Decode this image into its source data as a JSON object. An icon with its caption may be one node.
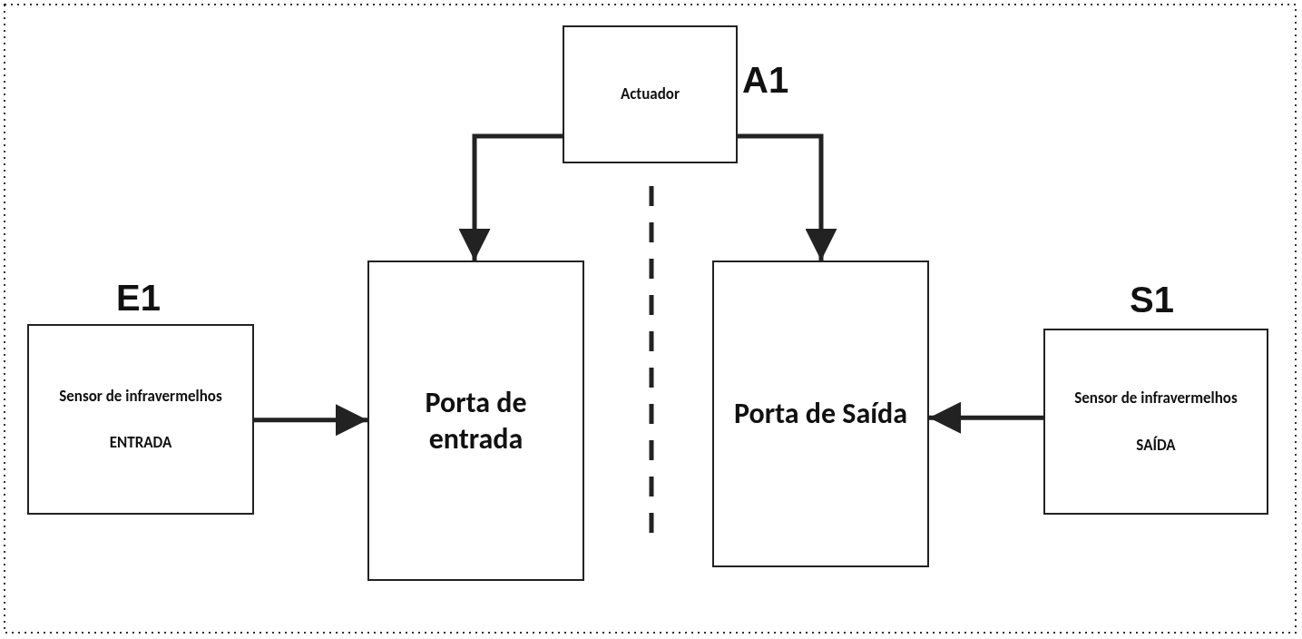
{
  "diagram": {
    "nodes": [
      {
        "text": [
          "Actuador"
        ],
        "beside": [
          "A1"
        ]
      },
      {
        "text": [
          "Sensor de infravermelhos",
          "ENTRADA"
        ],
        "beside": [
          "E1"
        ]
      },
      {
        "text": [
          "Porta de entrada"
        ]
      },
      {
        "text": [
          "Porta de Saída"
        ]
      },
      {
        "text": [
          "Sensor de infravermelhos",
          "SAÍDA"
        ],
        "beside": [
          "S1"
        ]
      }
    ],
    "edges": [
      {
        "from": 0,
        "to": 2,
        "arrow": "to"
      },
      {
        "from": 0,
        "to": 3,
        "arrow": "to"
      },
      {
        "from": 1,
        "to": 2,
        "arrow": "to"
      },
      {
        "from": 4,
        "to": 3,
        "arrow": "to"
      }
    ]
  }
}
